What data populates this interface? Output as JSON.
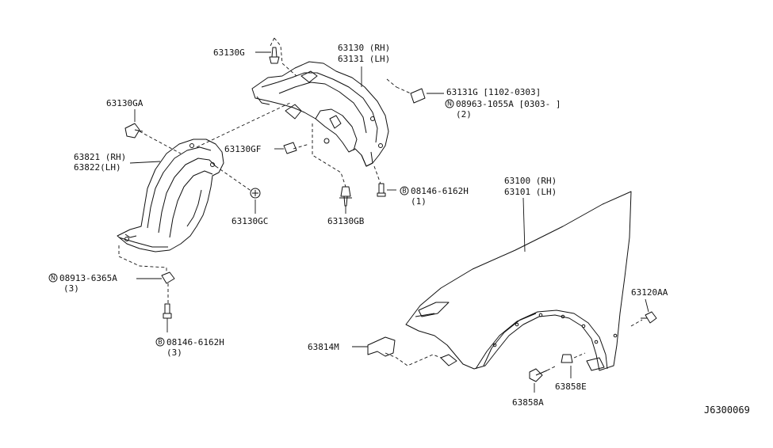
{
  "diagram": {
    "reference_code": "J6300069",
    "labels": {
      "p63130G": "63130G",
      "p63130_rh": "63130 (RH)",
      "p63131_lh": "63131 (LH)",
      "p63131G": "63131G [1102-0303]",
      "p08963": "08963-1055A [0303-    ]",
      "p08963_qty": "(2)",
      "p08963_badge": "N",
      "p63130GA": "63130GA",
      "p63821_rh": "63821 (RH)",
      "p63822_lh": "63822(LH)",
      "p63130GF": "63130GF",
      "p63130GC": "63130GC",
      "p63130GB": "63130GB",
      "p08146_top": "08146-6162H",
      "p08146_top_qty": "(1)",
      "p08146_top_badge": "B",
      "p63100_rh": "63100 (RH)",
      "p63101_lh": "63101 (LH)",
      "p08913": "08913-6365A",
      "p08913_qty": "(3)",
      "p08913_badge": "N",
      "p08146_bot": "08146-6162H",
      "p08146_bot_qty": "(3)",
      "p08146_bot_badge": "B",
      "p63120AA": "63120AA",
      "p63814M": "63814M",
      "p63858E": "63858E",
      "p63858A": "63858A"
    }
  }
}
